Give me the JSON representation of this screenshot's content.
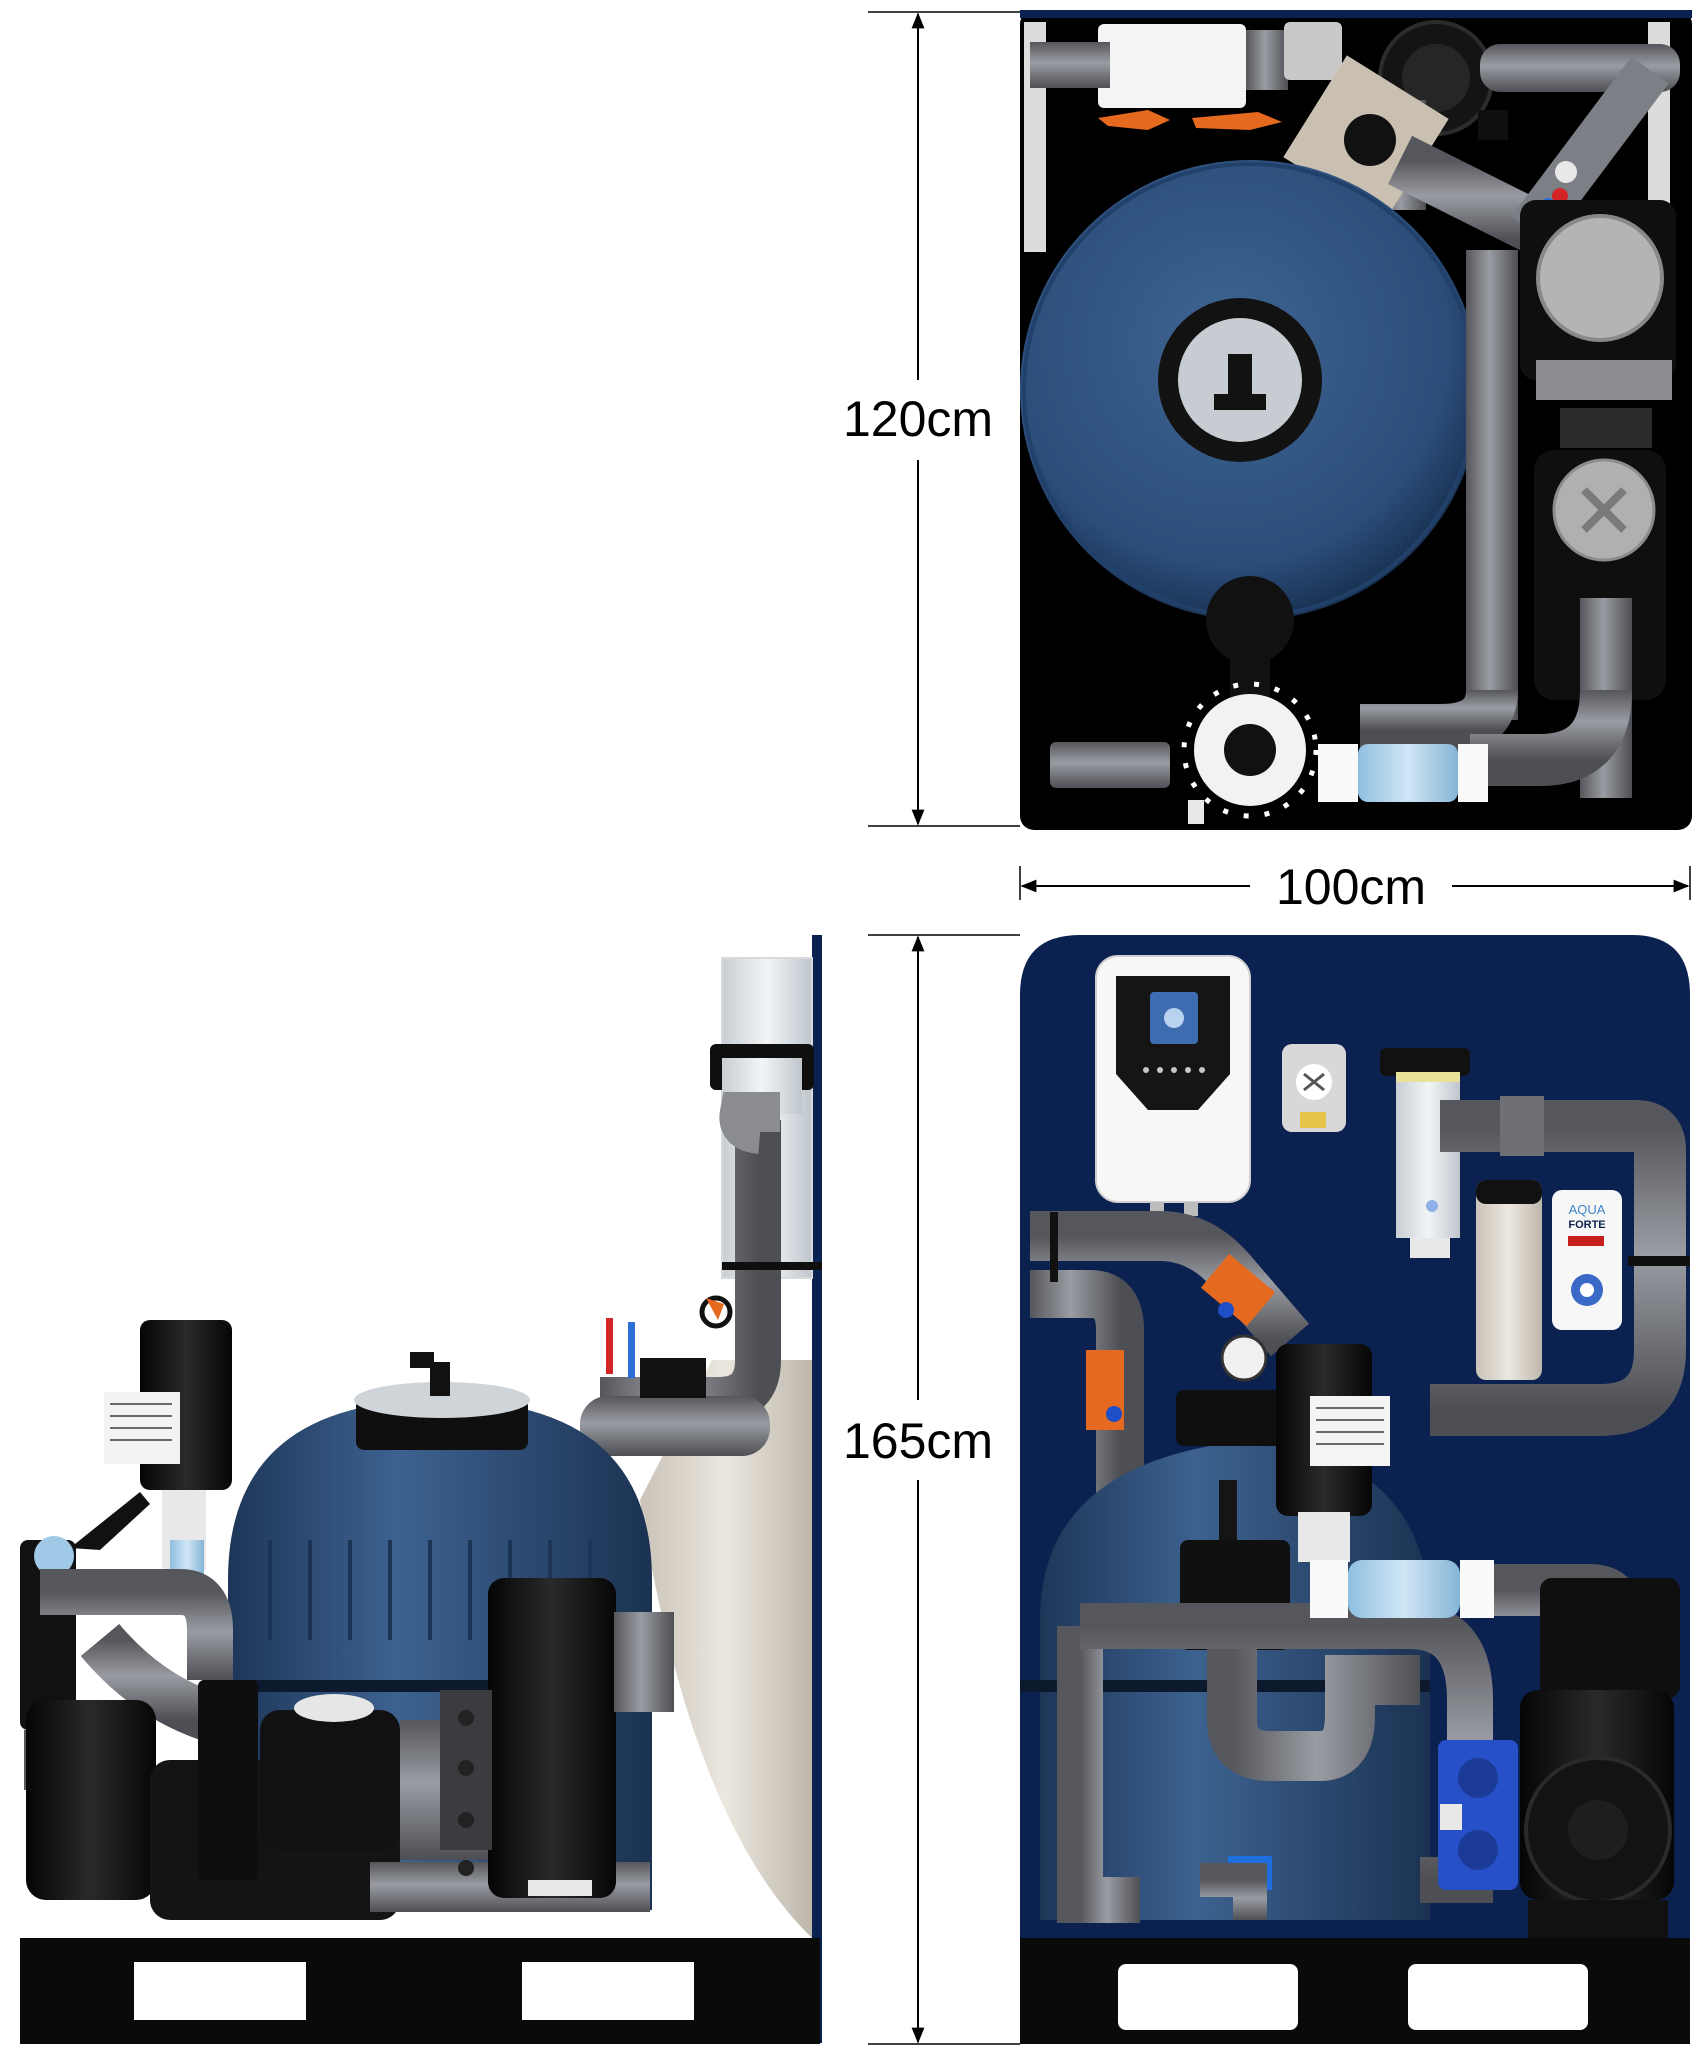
{
  "dimensions": {
    "depth_label": "120cm",
    "width_label": "100cm",
    "height_label": "165cm"
  },
  "labels": {
    "brand_line1": "AQUA",
    "brand_line2": "FORTE"
  },
  "colors": {
    "frame_navy": "#0b2150",
    "filter_blue": "#2e4f7c",
    "pipe_grey": "#7d7f86",
    "black": "#0c0c0c",
    "orange": "#e5691e",
    "light_blue": "#9fc9e6",
    "white": "#f4f4f4",
    "clear": "#e6ebee"
  }
}
